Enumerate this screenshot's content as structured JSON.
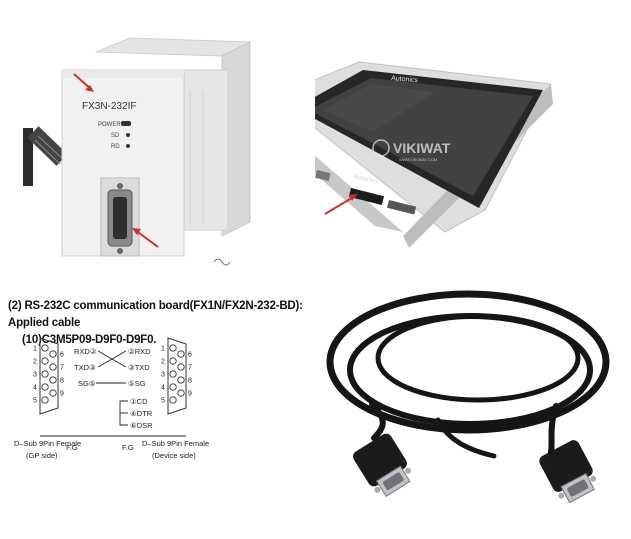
{
  "module": {
    "model_label": "FX3N-232IF",
    "power_label": "POWER",
    "sd_label": "SD",
    "rd_label": "RD"
  },
  "hmi": {
    "brand_top": "Autonics",
    "brand_bottom": "Autonics",
    "watermark_name": "VIKIWAT",
    "watermark_url": "WWW.VIKIWAT.COM"
  },
  "diagram": {
    "title_line1": "(2)  RS-232C communication board(FX1N/FX2N-232-BD): Applied cable",
    "title_line2": "(10)C3M5P09-D9F0-D9F0.",
    "left_pins": [
      "1",
      "2",
      "3",
      "4",
      "5",
      "6",
      "7",
      "8",
      "9"
    ],
    "right_pins": [
      "1",
      "2",
      "3",
      "4",
      "5",
      "6",
      "7",
      "8",
      "9"
    ],
    "signals_left": [
      "RXD②",
      "TXD③",
      "SG⑤"
    ],
    "signals_right": [
      "②RXD",
      "③TXD",
      "⑤SG",
      "①CD",
      "④DTR",
      "⑥DSR"
    ],
    "left_caption": "D–Sub 9Pin Female",
    "left_side": "(GP side)",
    "right_caption": "D–Sub 9Pin Female",
    "right_side": "(Device side)",
    "fg_left": "F.G",
    "fg_right": "F.G"
  },
  "colors": {
    "arrow": "#d42a2a",
    "module_body": "#f0f0f0",
    "hmi_bezel": "#2a2a2a",
    "cable": "#151515"
  }
}
